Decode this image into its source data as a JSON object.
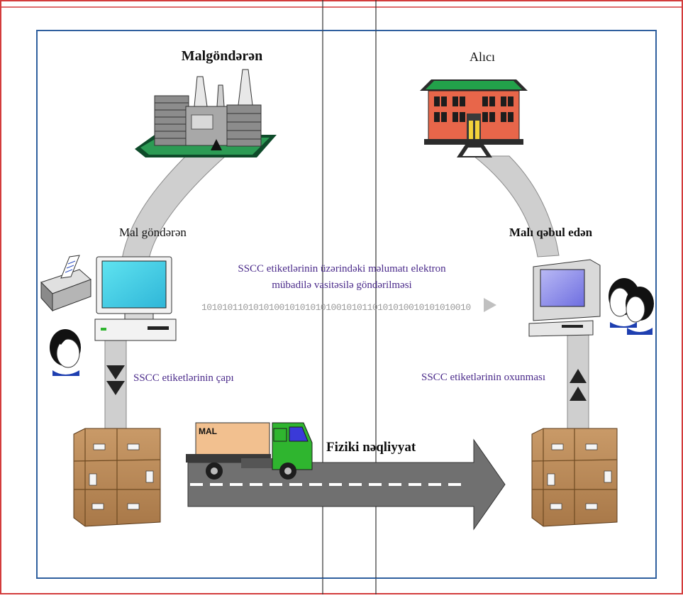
{
  "labels": {
    "sender_top": "Malgöndərən",
    "receiver_top": "Alıcı",
    "sender_pc": "Mal göndərən",
    "receiver_pc": "Malı qəbul edən",
    "edi_line1": "SSCC etiketlərinin üzərindəki məlumatı elektron",
    "edi_line2": "mübadilə vasitəsilə göndərilməsi",
    "print_labels": "SSCC etiketlərinin çapı",
    "scan_labels": "SSCC etiketlərinin oxunması",
    "transport": "Fiziki nəqliyyat",
    "truck_cargo": "MAL"
  },
  "stream_glyphs": "1010101101010100101010101001010110101010010101010010",
  "colors": {
    "page_border": "#d33c3c",
    "frame_border": "#2f5f9e",
    "flow_band": "#cfcfcf",
    "arrow_road": "#707070",
    "building_red": "#e8664a",
    "roof_green": "#22a14a",
    "truck_green": "#2fb52f",
    "cargo_tan": "#f2c08f",
    "box_brown": "#b98a5a",
    "text_purple": "#4a2a8a"
  }
}
